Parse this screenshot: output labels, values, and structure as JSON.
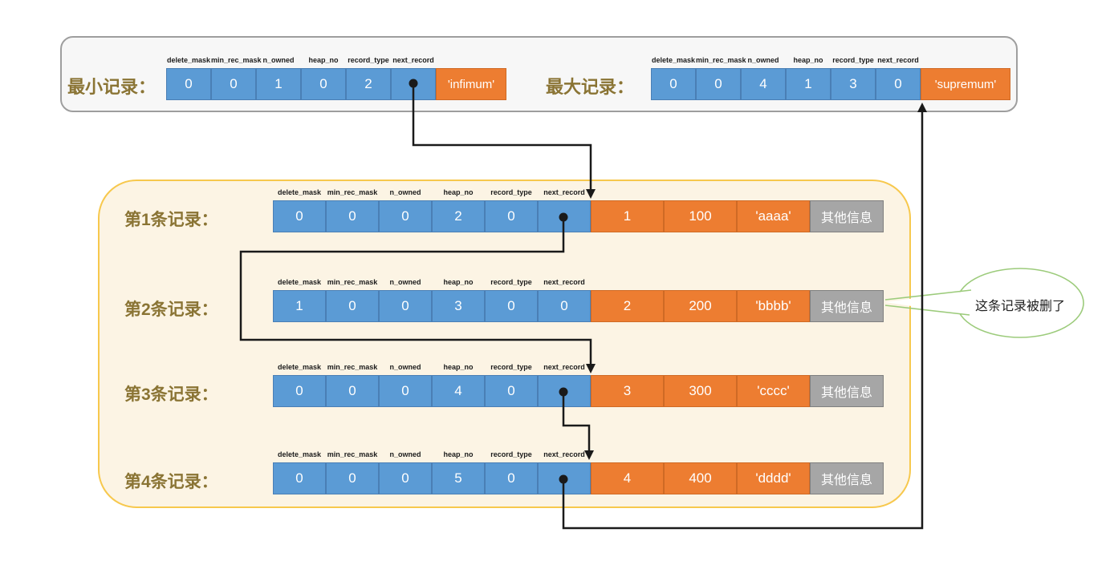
{
  "colors": {
    "blue": "#5B9BD5",
    "orange": "#ED7D31",
    "gray": "#A6A6A6",
    "label_text": "#8A7434",
    "outer_box_bg": "#F7F7F7",
    "outer_box_border": "#9E9E9E",
    "record_box_bg": "#FCF4E4",
    "record_box_border": "#F7C84D",
    "callout_green": "#9CCB7B",
    "connector": "#1A1A1A"
  },
  "field_headers": [
    "delete_mask",
    "min_rec_mask",
    "n_owned",
    "heap_no",
    "record_type",
    "next_record"
  ],
  "min_record": {
    "label": "最小记录：",
    "fields": [
      "0",
      "0",
      "1",
      "0",
      "2",
      ""
    ],
    "value_label": "'infimum'"
  },
  "max_record": {
    "label": "最大记录：",
    "fields": [
      "0",
      "0",
      "4",
      "1",
      "3",
      "0"
    ],
    "value_label": "'supremum'"
  },
  "records": [
    {
      "label": "第1条记录：",
      "fields": [
        "0",
        "0",
        "0",
        "2",
        "0",
        ""
      ],
      "data": [
        "1",
        "100",
        "'aaaa'"
      ],
      "other": "其他信息"
    },
    {
      "label": "第2条记录：",
      "fields": [
        "1",
        "0",
        "0",
        "3",
        "0",
        "0"
      ],
      "data": [
        "2",
        "200",
        "'bbbb'"
      ],
      "other": "其他信息"
    },
    {
      "label": "第3条记录：",
      "fields": [
        "0",
        "0",
        "0",
        "4",
        "0",
        ""
      ],
      "data": [
        "3",
        "300",
        "'cccc'"
      ],
      "other": "其他信息"
    },
    {
      "label": "第4条记录：",
      "fields": [
        "0",
        "0",
        "0",
        "5",
        "0",
        ""
      ],
      "data": [
        "4",
        "400",
        "'dddd'"
      ],
      "other": "其他信息"
    }
  ],
  "callout": {
    "text": "这条记录被删了"
  }
}
